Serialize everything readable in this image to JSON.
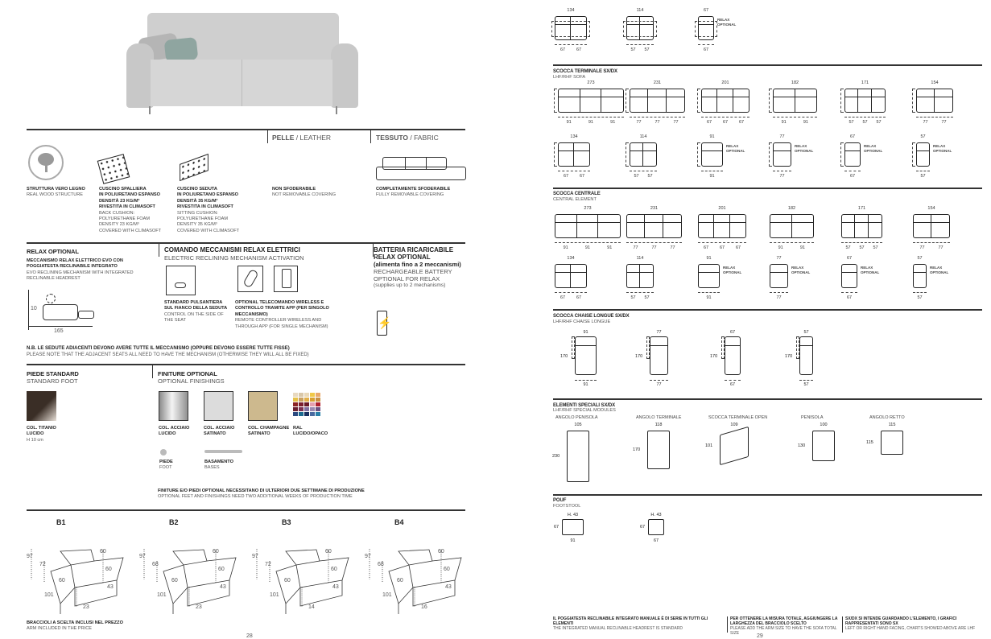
{
  "left": {
    "materials": {
      "leather_bold": "PELLE",
      "leather": " / LEATHER",
      "fabric_bold": "TESSUTO",
      "fabric": " / FABRIC"
    },
    "features": [
      {
        "lines_bold": [
          "STRUTTURA VERO LEGNO"
        ],
        "lines": [
          "REAL WOOD STRUCTURE"
        ]
      },
      {
        "lines_bold": [
          "CUSCINO SPALLIERA",
          "IN POLIURETANO ESPANSO",
          "DENSITÀ 23 KG/M³",
          "RIVESTITA IN CLIMASOFT"
        ],
        "lines": [
          "BACK CUSHION:",
          "POLYURETHANE FOAM",
          "DENSITY 23 KG/M³",
          "COVERED WITH CLIMASOFT"
        ]
      },
      {
        "lines_bold": [
          "CUSCINO SEDUTA",
          "IN POLIURETANO ESPANSO",
          "DENSITÀ 35 KG/M³",
          "RIVESTITA IN CLIMASOFT"
        ],
        "lines": [
          "SITTING CUSHION:",
          "POLYURETHANE FOAM",
          "DENSITY 35 KG/M³",
          "COVERED WITH CLIMASOFT"
        ]
      },
      {
        "lines_bold": [
          "NON SFODERABILE"
        ],
        "lines": [
          "NOT REMOVABLE COVERING"
        ]
      },
      {
        "lines_bold": [
          "COMPLETAMENTE SFODERABILE"
        ],
        "lines": [
          "FULLY REMOVABLE COVERING"
        ]
      }
    ],
    "seal_text": "STRUTTURA VERO LEGNO",
    "relax": {
      "title": "RELAX OPTIONAL",
      "desc_bold": "MECCANISMO RELAX ELETTRICO EVO CON POGGIATESTA RECLINABILE INTEGRATO",
      "desc": "EVO RECLINING MECHANISM WITH INTEGRATED RECLINABLE HEADREST",
      "dim_h": "10",
      "dim_w": "165"
    },
    "command": {
      "title": "COMANDO MECCANISMI RELAX ELETTRICI",
      "subtitle": "ELECTRIC RECLINING MECHANISM ACTIVATION",
      "std_bold": "STANDARD PULSANTIERA SUL FIANCO DELLA SEDUTA",
      "std": "CONTROL ON THE SIDE OF THE SEAT",
      "opt_bold": "OPTIONAL TELECOMANDO WIRELESS E CONTROLLO TRAMITE APP (PER SINGOLO MECCANISMO)",
      "opt": "REMOTE CONTROLLER WIRELESS AND THROUGH APP (FOR SINGLE MECHANISM)"
    },
    "battery": {
      "t1": "BATTERIA RICARICABILE",
      "t2": "RELAX OPTIONAL",
      "t3": "(alimenta fino a 2 meccanismi)",
      "t4": "RECHARGEABLE BATTERY",
      "t5": "OPTIONAL FOR RELAX",
      "t6": "(supplies up to 2 mechanisms)"
    },
    "note_bold": "N.B. LE SEDUTE ADIACENTI DEVONO AVERE TUTTE IL MECCANISMO (OPPURE DEVONO ESSERE TUTTE FISSE)",
    "note": "PLEASE NOTE THAT THE ADJACENT SEATS ALL NEED TO HAVE THE MECHANISM (OTHERWISE THEY WILL ALL BE FIXED)",
    "foot": {
      "title": "PIEDE STANDARD",
      "subtitle": "STANDARD FOOT",
      "l1": "COL. TITANIO",
      "l2": "LUCIDO",
      "l3": "H 10 cm",
      "color": "#3a2e26"
    },
    "finishes": {
      "title": "FINITURE OPTIONAL",
      "subtitle": "OPTIONAL FINISHINGS",
      "items": [
        {
          "l1": "COL. ACCIAIO",
          "l2": "LUCIDO",
          "color": "#b8b8b8"
        },
        {
          "l1": "COL. ACCIAIO",
          "l2": "SATINATO",
          "color": "#d9d9d9"
        },
        {
          "l1": "COL. CHAMPAGNE",
          "l2": "SATINATO",
          "color": "#cdb98e"
        },
        {
          "l1": "RAL",
          "l2": "LUCIDO/OPACO"
        }
      ],
      "ral_colors": [
        "#e8d9c0",
        "#d9c7a8",
        "#e9d8b8",
        "#f0c848",
        "#e9a86a",
        "#e6c24a",
        "#c9a060",
        "#e2b04a",
        "#d8a030",
        "#c89040",
        "#8c2424",
        "#7a1e2e",
        "#6a1a28",
        "#e4a0b0",
        "#b02030",
        "#6a2030",
        "#7a3050",
        "#8070a0",
        "#9a88b0",
        "#6a5080",
        "#2a4a80",
        "#1a6a90",
        "#1a3060",
        "#4a6aa0",
        "#2a80a8"
      ],
      "foot_bold": "PIEDE",
      "foot": "FOOT",
      "base_bold": "BASAMENTO",
      "base": "BASES",
      "note_bold": "FINITURE E/O PIEDI OPTIONAL NECESSITANO DI ULTERIORI DUE SETTIMANE DI PRODUZIONE",
      "note": "OPTIONAL FEET AND FINISHINGS NEED TWO ADDITIONAL WEEKS OF PRODUCTION TIME"
    },
    "arms": [
      {
        "name": "B1",
        "h": "97",
        "arm": "72",
        "back": "60",
        "seat": "60",
        "d": "60",
        "sh": "43",
        "depth": "101",
        "w": "23"
      },
      {
        "name": "B2",
        "h": "97",
        "arm": "68",
        "back": "60",
        "seat": "60",
        "d": "60",
        "sh": "43",
        "depth": "101",
        "w": "23"
      },
      {
        "name": "B3",
        "h": "97",
        "arm": "72",
        "back": "60",
        "seat": "60",
        "d": "60",
        "sh": "43",
        "depth": "101",
        "w": "14"
      },
      {
        "name": "B4",
        "h": "97",
        "arm": "68",
        "back": "60",
        "seat": "60",
        "d": "60",
        "sh": "43",
        "depth": "101",
        "w": "16"
      }
    ],
    "arm_note_bold": "BRACCIOLI A SCELTA INCLUSI NEL PREZZO",
    "arm_note": "ARM INCLUDED IN THE PRICE",
    "page": "28"
  },
  "right": {
    "top_row": [
      {
        "total": "134",
        "seats": [
          "67",
          "67"
        ],
        "arm": false,
        "sides": true
      },
      {
        "total": "114",
        "seats": [
          "57",
          "57"
        ],
        "arm": false,
        "sides": true
      },
      {
        "total": "67",
        "seats": [
          "67"
        ],
        "relax": true,
        "sides": true
      }
    ],
    "relax_label": [
      "RELAX",
      "OPTIONAL"
    ],
    "terminale": {
      "title": "SCOCCA TERMINALE SX/DX",
      "subtitle": "LHF/RHF SOFA",
      "row1": [
        {
          "total": "273",
          "seats": [
            "91",
            "91",
            "91"
          ]
        },
        {
          "total": "231",
          "seats": [
            "77",
            "77",
            "77"
          ]
        },
        {
          "total": "201",
          "seats": [
            "67",
            "67",
            "67"
          ]
        },
        {
          "total": "182",
          "seats": [
            "91",
            "91"
          ]
        },
        {
          "total": "171",
          "seats": [
            "57",
            "57",
            "57"
          ]
        },
        {
          "total": "154",
          "seats": [
            "77",
            "77"
          ]
        }
      ],
      "row2": [
        {
          "total": "134",
          "seats": [
            "67",
            "67"
          ]
        },
        {
          "total": "114",
          "seats": [
            "57",
            "57"
          ]
        },
        {
          "total": "91",
          "seats": [
            "91"
          ],
          "relax": true
        },
        {
          "total": "77",
          "seats": [
            "77"
          ],
          "relax": true
        },
        {
          "total": "67",
          "seats": [
            "67"
          ],
          "relax": true
        },
        {
          "total": "57",
          "seats": [
            "57"
          ],
          "relax": true
        }
      ]
    },
    "centrale": {
      "title": "SCOCCA CENTRALE",
      "subtitle": "CENTRAL ELEMENT",
      "row1": [
        {
          "total": "273",
          "seats": [
            "91",
            "91",
            "91"
          ]
        },
        {
          "total": "231",
          "seats": [
            "77",
            "77",
            "77"
          ]
        },
        {
          "total": "201",
          "seats": [
            "67",
            "67",
            "67"
          ]
        },
        {
          "total": "182",
          "seats": [
            "91",
            "91"
          ]
        },
        {
          "total": "171",
          "seats": [
            "57",
            "57",
            "57"
          ]
        },
        {
          "total": "154",
          "seats": [
            "77",
            "77"
          ]
        }
      ],
      "row2": [
        {
          "total": "134",
          "seats": [
            "67",
            "67"
          ]
        },
        {
          "total": "114",
          "seats": [
            "57",
            "57"
          ]
        },
        {
          "total": "91",
          "seats": [
            "91"
          ],
          "relax": true
        },
        {
          "total": "77",
          "seats": [
            "77"
          ],
          "relax": true
        },
        {
          "total": "67",
          "seats": [
            "67"
          ],
          "relax": true
        },
        {
          "total": "57",
          "seats": [
            "57"
          ],
          "relax": true
        }
      ]
    },
    "chaise": {
      "title": "SCOCCA CHAISE LONGUE SX/DX",
      "subtitle": "LHF/RHF CHAISE LONGUE",
      "items": [
        {
          "w": "91",
          "l": "170"
        },
        {
          "w": "77",
          "l": "170"
        },
        {
          "w": "67",
          "l": "170"
        },
        {
          "w": "57",
          "l": "170"
        }
      ]
    },
    "special": {
      "title": "ELEMENTI SPECIALI SX/DX",
      "subtitle": "LHF/RHF SPECIAL MODULES",
      "items": [
        {
          "name": "ANGOLO PENISOLA",
          "w": "105",
          "h": "230"
        },
        {
          "name": "ANGOLO TERMINALE",
          "w": "118",
          "h": "170"
        },
        {
          "name": "SCOCCA TERMINALE OPEN",
          "w": "109",
          "h": "101"
        },
        {
          "name": "PENISOLA",
          "w": "100",
          "h": "130"
        },
        {
          "name": "ANGOLO RETTO",
          "w": "115",
          "h": "115"
        }
      ]
    },
    "pouf": {
      "title": "POUF",
      "subtitle": "FOOTSTOOL",
      "items": [
        {
          "h": "H. 43",
          "w": "91",
          "d": "67"
        },
        {
          "h": "H. 43",
          "w": "67",
          "d": "67"
        }
      ]
    },
    "footer": [
      {
        "bold": "IL POGGIATESTA RECLINABILE INTEGRATO MANUALE È DI SERIE IN TUTTI GLI ELEMENTI",
        "text": "THE INTEGRATED MANUAL RECLINABLE HEADREST IS STANDARD"
      },
      {
        "bold": "PER OTTENERE LA MISURA TOTALE, AGGIUNGERE LA LARGHEZZA DEL BRACCIOLO SCELTO",
        "text": "PLEASE ADD THE ARM SIZE TO HAVE THE SOFA TOTAL SIZE"
      },
      {
        "bold": "SX/DX SI INTENDE GUARDANDO L'ELEMENTO, I GRAFICI RAPPRESENTATI SONO SX",
        "text": "LEFT OR RIGHT HAND FACING, CHARTS SHOWED ABOVE ARE LHF"
      }
    ],
    "page": "29"
  }
}
